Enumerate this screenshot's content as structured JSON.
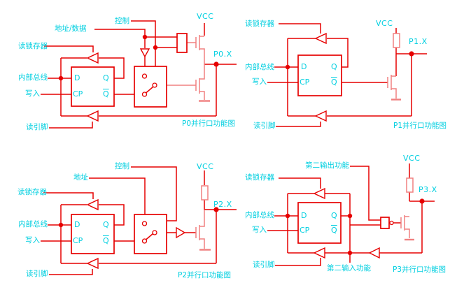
{
  "colors": {
    "wire_red": "#e60000",
    "wire_salmon": "#f08080",
    "label_cyan": "#00cfe0",
    "junction_dot": "#e60000",
    "background": "#ffffff"
  },
  "ff": {
    "d": "D",
    "q": "Q",
    "cp": "CP",
    "q_bar": "Q"
  },
  "circuits": {
    "p0": {
      "labels": {
        "control": "控制",
        "address_data": "地址/数据",
        "read_latch": "读锁存器",
        "internal_bus": "内部总线",
        "write": "写入",
        "read_pin": "读引脚",
        "vcc": "VCC",
        "pin": "P0.X",
        "caption": "P0并行口功能图"
      }
    },
    "p1": {
      "labels": {
        "read_latch": "读锁存器",
        "internal_bus": "内部总线",
        "write": "写入",
        "read_pin": "读引脚",
        "vcc": "VCC",
        "pin": "P1.X",
        "caption": "P1并行口功能图"
      }
    },
    "p2": {
      "labels": {
        "control": "控制",
        "address": "地址",
        "read_latch": "读锁存器",
        "internal_bus": "内部总线",
        "write": "写入",
        "read_pin": "读引脚",
        "vcc": "VCC",
        "pin": "P2.X",
        "caption": "P2并行口功能图"
      }
    },
    "p3": {
      "labels": {
        "second_output": "第二输出功能",
        "read_latch": "读锁存器",
        "internal_bus": "内部总线",
        "write": "写入",
        "read_pin": "读引脚",
        "second_input": "第二输入功能",
        "vcc": "VCC",
        "pin": "P3.X",
        "caption": "P3并行口功能图"
      }
    }
  }
}
